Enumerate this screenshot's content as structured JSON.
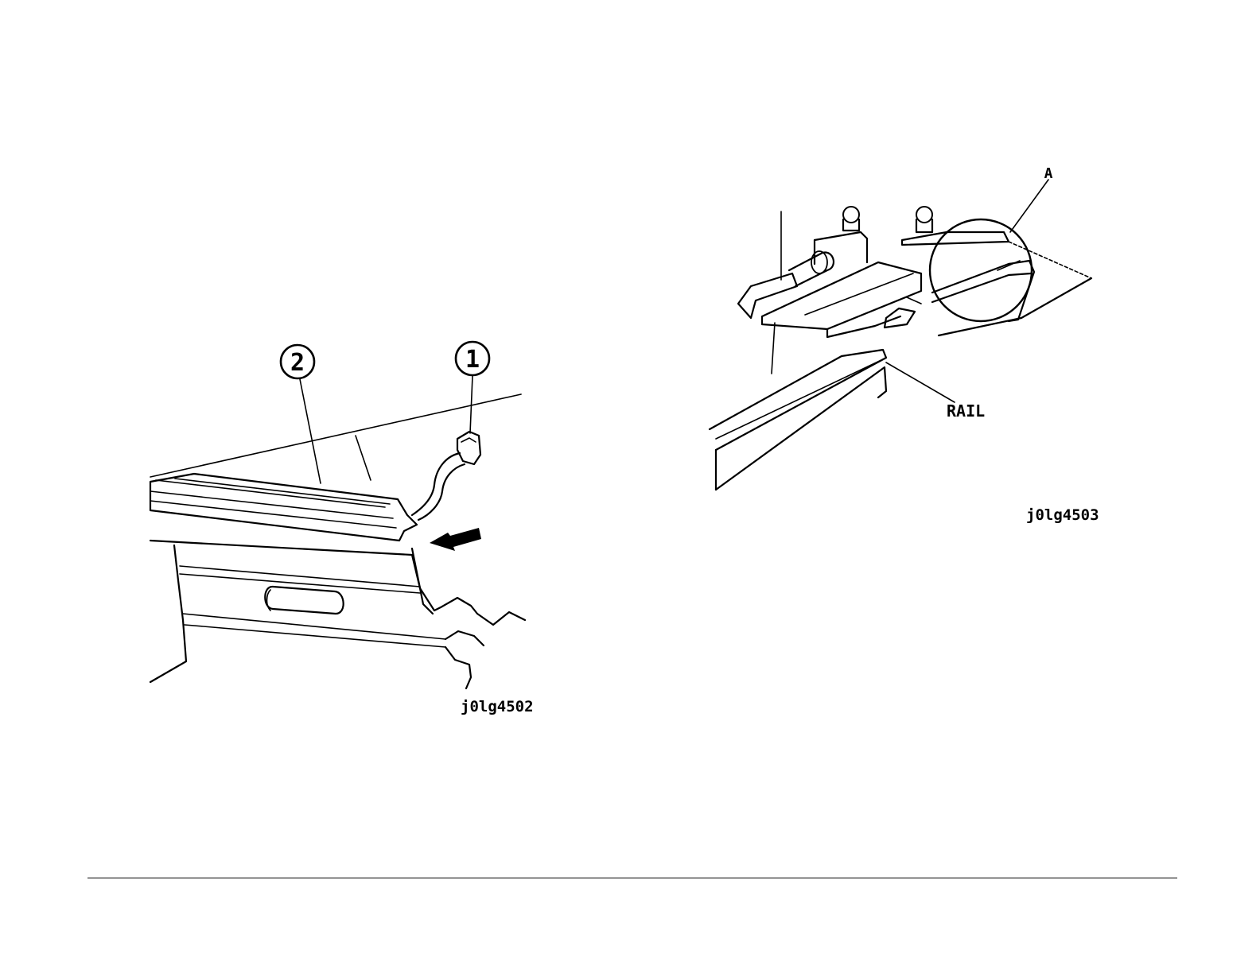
{
  "figures": [
    {
      "id": "j0lg4502",
      "callouts": [
        "2",
        "1"
      ]
    },
    {
      "id": "j0lg4503",
      "labels": {
        "detail": "A",
        "rail": "RAIL"
      }
    }
  ]
}
